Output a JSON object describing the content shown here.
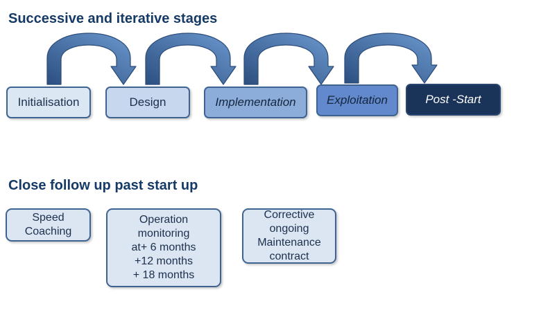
{
  "headings": {
    "stages_title": "Successive and  iterative stages",
    "followup_title": "Close follow up past start up"
  },
  "stages": [
    {
      "label": "Initialisation",
      "fill": "#dce7f4"
    },
    {
      "label": "Design",
      "fill": "#c7d8ee"
    },
    {
      "label": "Implementation",
      "fill": "#8cadd9"
    },
    {
      "label": "Exploitation",
      "fill": "#6289cb"
    },
    {
      "label": "Post -Start",
      "fill": "#1a3358"
    }
  ],
  "followup": [
    {
      "lines": [
        "Speed",
        "Coaching"
      ]
    },
    {
      "lines": [
        "Operation",
        "monitoring",
        "at+ 6 months",
        "+12 months",
        "+ 18 months"
      ]
    },
    {
      "lines": [
        "Corrective",
        "ongoing",
        "Maintenance",
        "contract"
      ]
    }
  ],
  "colors": {
    "heading": "#163a66",
    "arrow_light": "#5b8bc6",
    "arrow_dark": "#2c4f80",
    "border": "#3f6390"
  }
}
